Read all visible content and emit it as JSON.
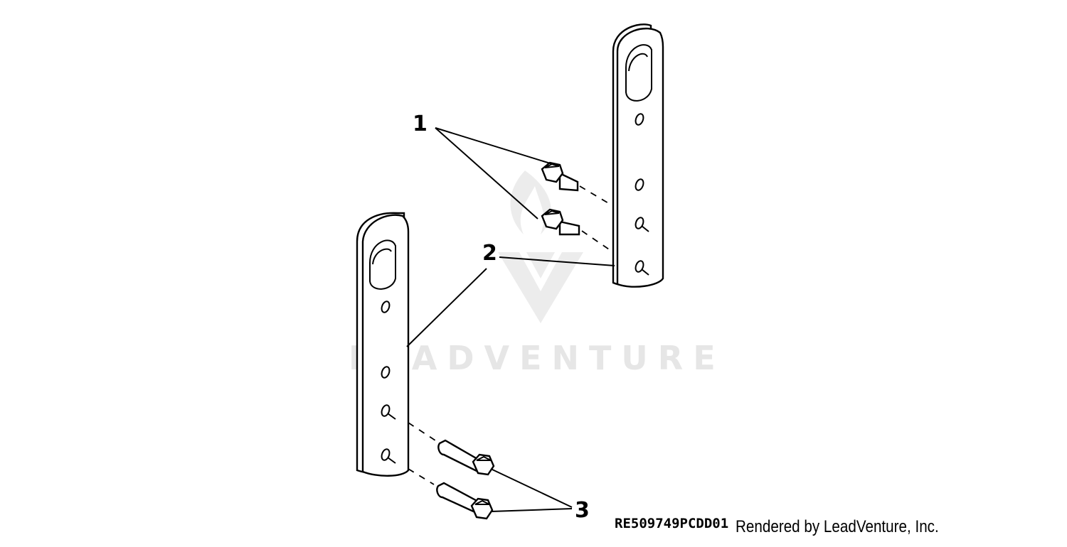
{
  "diagram": {
    "callouts": [
      {
        "id": "1",
        "label": "1"
      },
      {
        "id": "2",
        "label": "2"
      },
      {
        "id": "3",
        "label": "3"
      }
    ],
    "watermark": "LEADVENTURE",
    "part_code": "RE509749PCDD01",
    "rendered_by": "Rendered by LeadVenture, Inc."
  }
}
